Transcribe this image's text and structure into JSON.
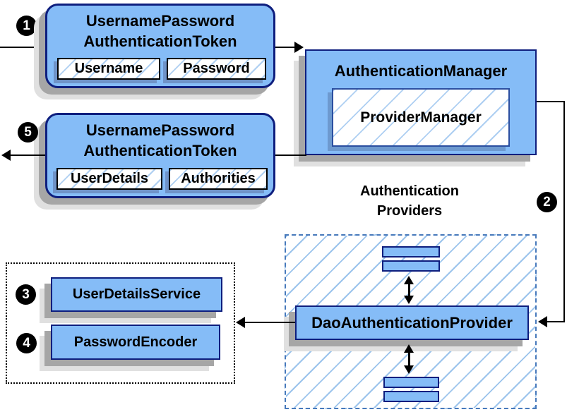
{
  "steps": {
    "one": "1",
    "two": "2",
    "three": "3",
    "four": "4",
    "five": "5"
  },
  "request_token": {
    "title_line1": "UsernamePassword",
    "title_line2": "AuthenticationToken",
    "field_username": "Username",
    "field_password": "Password"
  },
  "authentication_manager": {
    "title": "AuthenticationManager",
    "provider_manager": "ProviderManager"
  },
  "result_token": {
    "title_line1": "UsernamePassword",
    "title_line2": "AuthenticationToken",
    "field_user_details": "UserDetails",
    "field_authorities": "Authorities"
  },
  "providers": {
    "heading_line1": "Authentication",
    "heading_line2": "Providers",
    "dao_provider": "DaoAuthenticationProvider"
  },
  "collaborators": {
    "user_details_service": "UserDetailsService",
    "password_encoder": "PasswordEncoder"
  },
  "colors": {
    "node_fill": "#85bcf7",
    "node_border": "#0e1e7e",
    "hatch_line": "#9cc4ec",
    "dashed_border": "#4779bb",
    "dotted_border": "#000000",
    "shadow_dark": "#a6a6a6",
    "shadow_light": "#e0e0e0",
    "arrow": "#000000",
    "text": "#000000"
  }
}
